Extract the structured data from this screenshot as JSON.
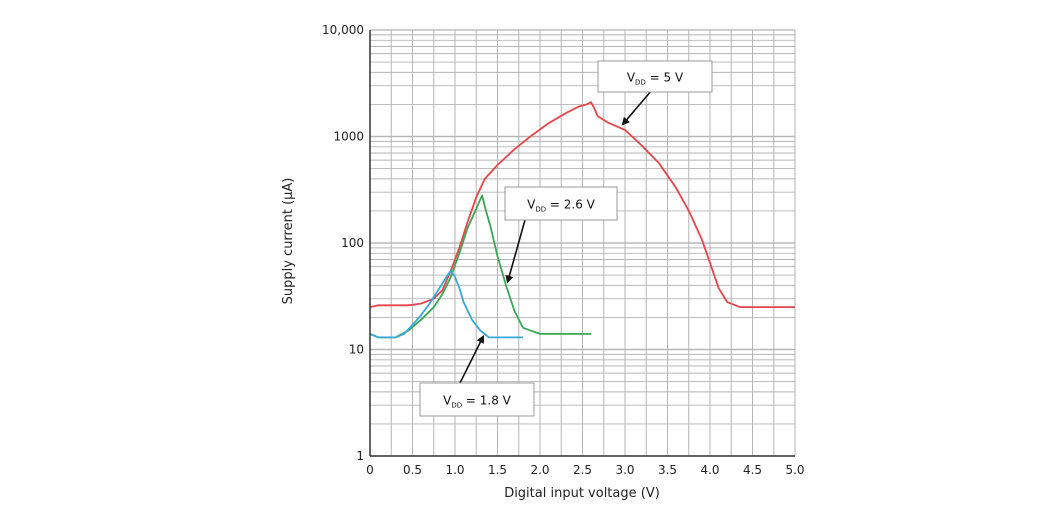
{
  "chart_data": {
    "type": "line",
    "title": "",
    "xlabel": "Digital input voltage (V)",
    "ylabel": "Supply current (µA)",
    "xlim": [
      0,
      5
    ],
    "ylim": [
      1,
      10000
    ],
    "yscale": "log",
    "grid": true,
    "x_tick_labels": [
      "0",
      "0.5",
      "1.0",
      "1.5",
      "2.0",
      "2.5",
      "3.0",
      "3.5",
      "4.0",
      "4.5",
      "5.0"
    ],
    "x_ticks": [
      0,
      0.5,
      1.0,
      1.5,
      2.0,
      2.5,
      3.0,
      3.5,
      4.0,
      4.5,
      5.0
    ],
    "y_tick_labels": [
      "1",
      "10",
      "100",
      "1000",
      "10,000"
    ],
    "y_ticks": [
      1,
      10,
      100,
      1000,
      10000
    ],
    "series": [
      {
        "color": "#e8454b",
        "x": [
          0,
          0.1,
          0.3,
          0.45,
          0.6,
          0.75,
          0.85,
          0.95,
          1.05,
          1.15,
          1.25,
          1.35,
          1.5,
          1.7,
          1.9,
          2.1,
          2.3,
          2.45,
          2.55,
          2.6,
          2.63,
          2.68,
          2.8,
          3.0,
          3.2,
          3.4,
          3.6,
          3.75,
          3.9,
          4.0,
          4.1,
          4.2,
          4.35,
          4.5,
          4.7,
          5.0
        ],
        "y": [
          25,
          26,
          26,
          26,
          27,
          30,
          36,
          55,
          90,
          160,
          270,
          400,
          540,
          760,
          1020,
          1330,
          1650,
          1900,
          2000,
          2100,
          1900,
          1550,
          1350,
          1150,
          820,
          560,
          330,
          200,
          110,
          65,
          38,
          28,
          25,
          25,
          25,
          25
        ]
      },
      {
        "color": "#3aa655",
        "x": [
          0,
          0.1,
          0.2,
          0.3,
          0.45,
          0.6,
          0.75,
          0.85,
          0.95,
          1.05,
          1.15,
          1.25,
          1.3,
          1.32,
          1.35,
          1.42,
          1.5,
          1.6,
          1.7,
          1.8,
          2.0,
          2.3,
          2.6
        ],
        "y": [
          14,
          13,
          13,
          13,
          15,
          19,
          25,
          33,
          48,
          80,
          140,
          210,
          260,
          280,
          220,
          140,
          75,
          40,
          23,
          16,
          14,
          14,
          14
        ]
      },
      {
        "color": "#35a8d8",
        "x": [
          0,
          0.1,
          0.2,
          0.3,
          0.4,
          0.5,
          0.6,
          0.7,
          0.8,
          0.9,
          0.95,
          1.0,
          1.05,
          1.1,
          1.2,
          1.3,
          1.4,
          1.5,
          1.6,
          1.8
        ],
        "y": [
          14,
          13,
          13,
          13,
          14,
          17,
          21,
          27,
          36,
          48,
          55,
          48,
          38,
          28,
          19,
          15,
          13,
          13,
          13,
          13
        ]
      }
    ],
    "annotations": [
      {
        "label_main": "V",
        "label_sub": "DD",
        "label_value": " = 5 V",
        "target_x": 3.0,
        "target_y": 1150
      },
      {
        "label_main": "V",
        "label_sub": "DD",
        "label_value": " = 2.6 V",
        "target_x": 1.62,
        "target_y": 38
      },
      {
        "label_main": "V",
        "label_sub": "DD",
        "label_value": " = 1.8 V",
        "target_x": 1.33,
        "target_y": 15
      }
    ],
    "grid_color": "#b5b5b5",
    "axis_color": "#333333"
  }
}
